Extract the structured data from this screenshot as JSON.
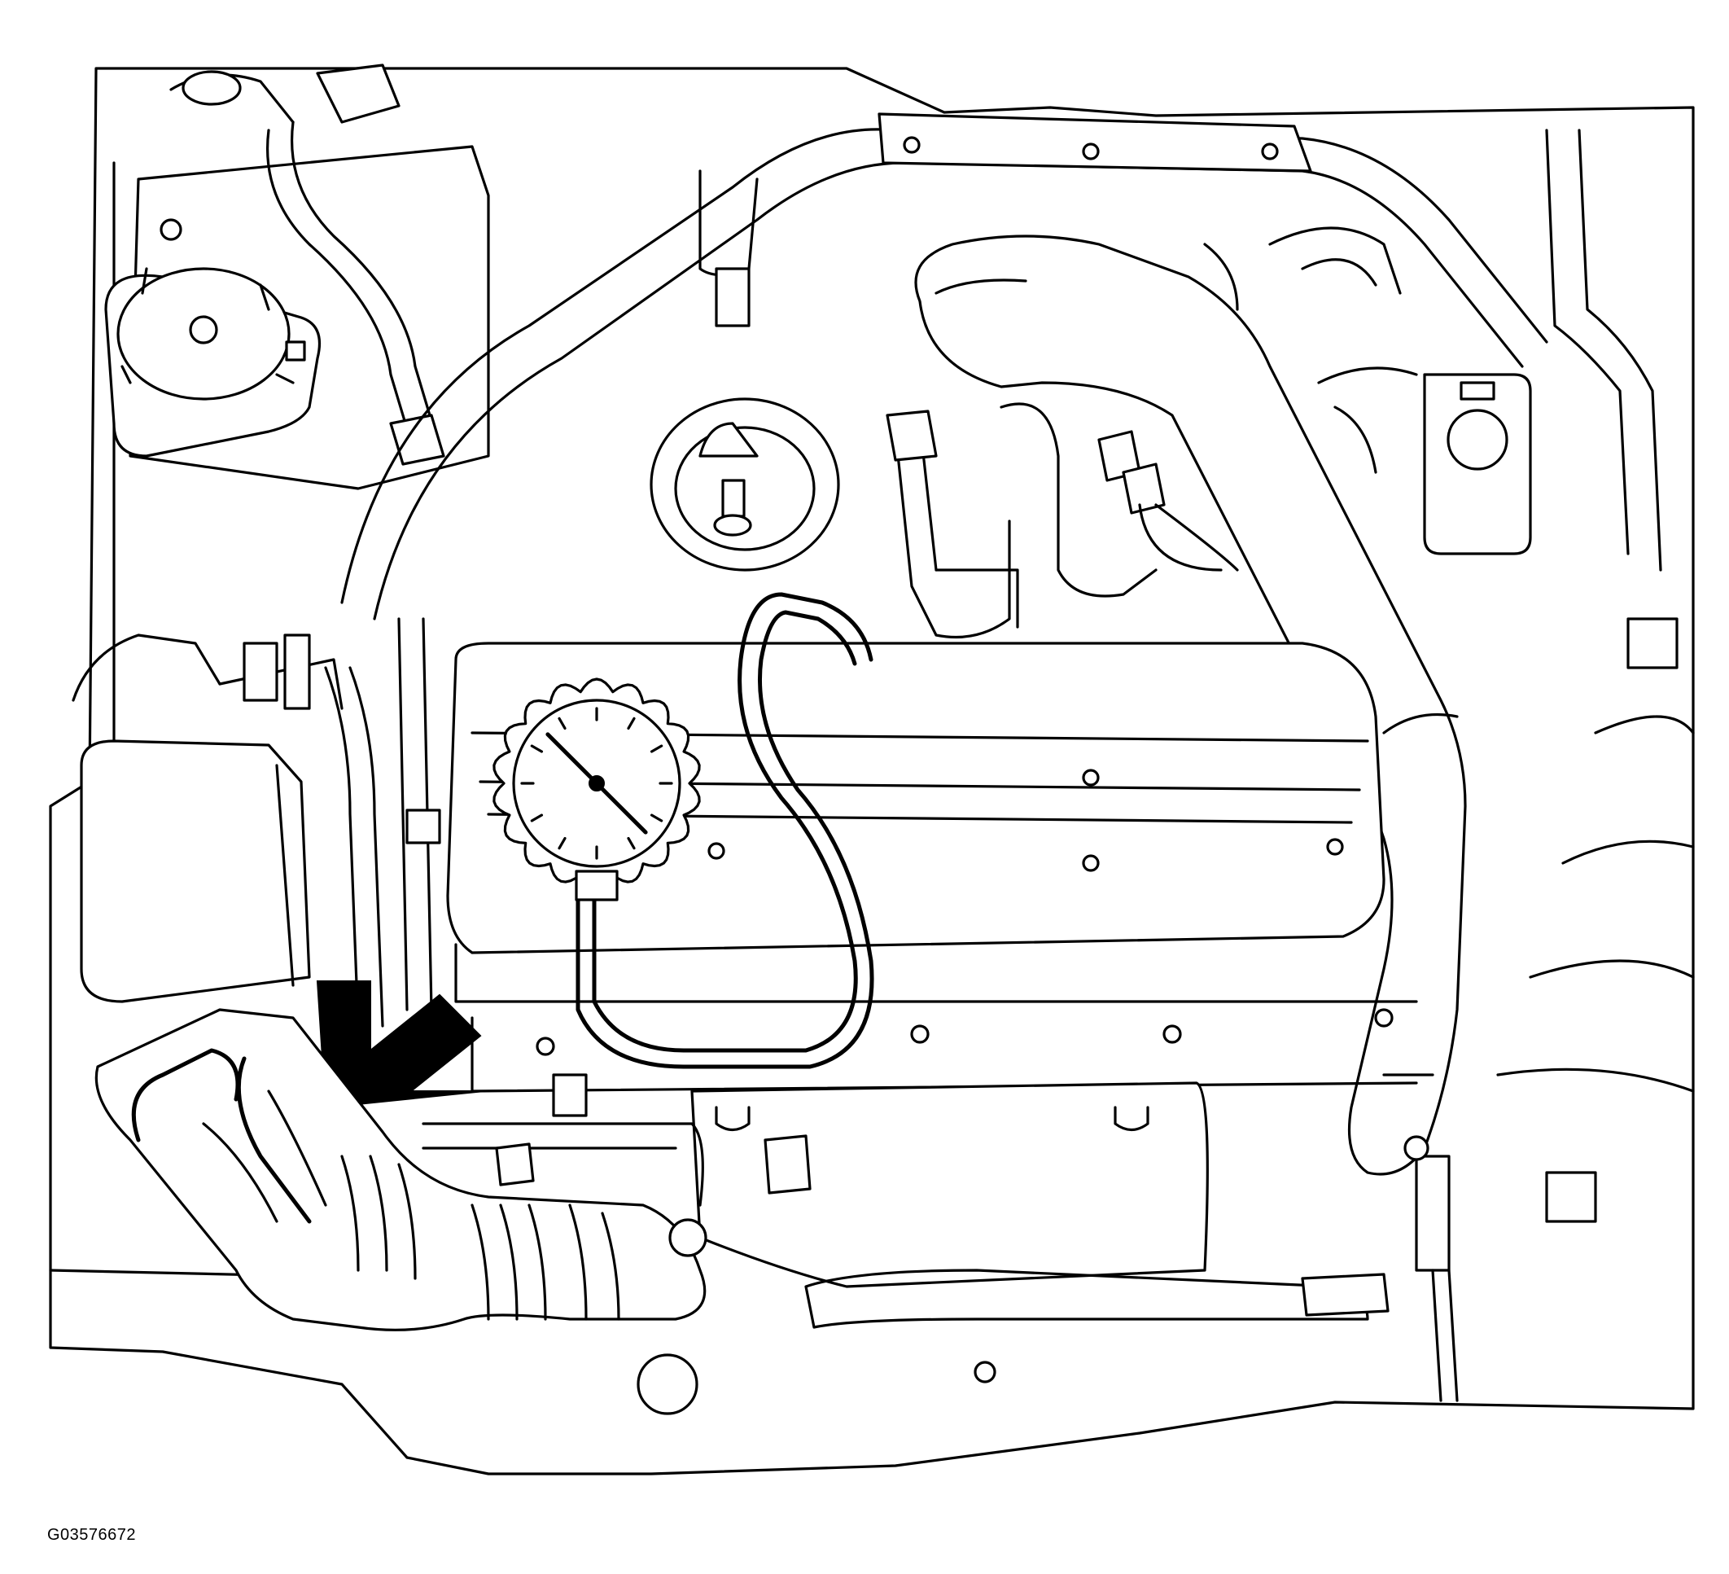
{
  "figure": {
    "code": "G03576672",
    "gauge": {
      "needle_angle_deg": 225,
      "tick_count": 12
    },
    "colors": {
      "line": "#000000",
      "background": "#ffffff"
    }
  }
}
